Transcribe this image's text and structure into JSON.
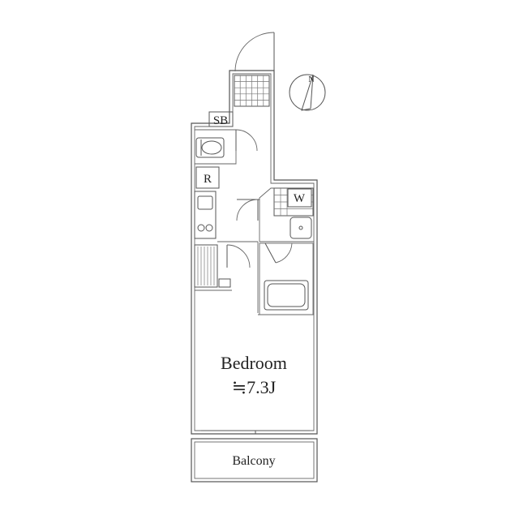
{
  "plan": {
    "rooms": {
      "bedroom": {
        "name": "Bedroom",
        "area": "≒7.3J"
      },
      "balcony": {
        "name": "Balcony"
      },
      "shoe_box": {
        "label": "SB"
      },
      "refrigerator": {
        "label": "R"
      },
      "washer": {
        "label": "W"
      }
    },
    "compass": {
      "label": "N"
    }
  }
}
